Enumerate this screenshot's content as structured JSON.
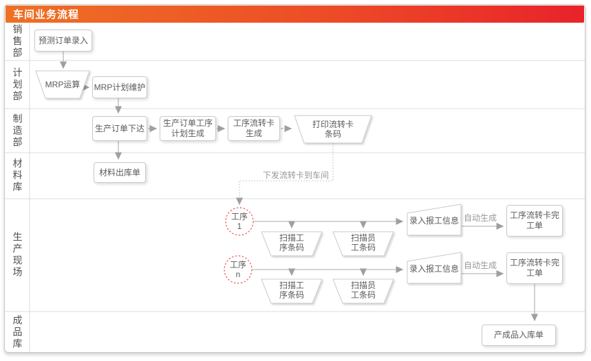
{
  "title": "车间业务流程",
  "colors": {
    "header_gradient_from": "#ee7124",
    "header_gradient_to": "#e8232a",
    "line": "#bababa",
    "arrow": "#9f9f9f",
    "node_border": "#c9c9c9",
    "node_text": "#595959",
    "process_circle": "#f25251",
    "edge_label_text": "#979797"
  },
  "lanes": [
    {
      "label": "销售部"
    },
    {
      "label": "计划部"
    },
    {
      "label": "制造部"
    },
    {
      "label": "材料库"
    },
    {
      "label": "生产现场"
    },
    {
      "label": "成品库"
    }
  ],
  "nodes": {
    "forecast_order_entry": "预测订单录入",
    "mrp_run": "MRP运算",
    "mrp_plan_maintain": "MRP计划维护",
    "prod_order_release": "生产订单下达",
    "prod_order_process_plan": "生产订单工序\n计划生成",
    "process_card_generate": "工序流转卡\n生成",
    "print_card_barcode": "打印流转卡\n条码",
    "material_outbound": "材料出库单",
    "process_1": "工序\n1",
    "process_n": "工序\nn",
    "scan_process_barcode": "扫描工\n序条码",
    "scan_employee_barcode": "扫描员\n工条码",
    "enter_work_report": "录入报工信息",
    "process_card_complete": "工序流转卡完\n工单",
    "finished_goods_inbound": "产成品入库单"
  },
  "edge_labels": {
    "dispatch_card_to_workshop": "下发流转卡到车间",
    "auto_generate": "自动生成"
  }
}
